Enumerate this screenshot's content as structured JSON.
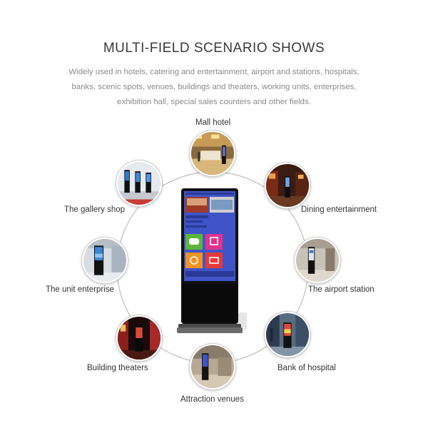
{
  "header": {
    "title": "MULTI-FIELD SCENARIO SHOWS",
    "description_lines": [
      "Widely used in hotels, catering and entertainment, airport and stations, hospitals,",
      "banks, scenic spots, venues, buildings and theaters, working units, enterprises,",
      "exhibition hall, special sales counters and other fields."
    ]
  },
  "scenarios": [
    {
      "label": "Mall hotel",
      "icon": "mall-hotel-photo"
    },
    {
      "label": "Dining entertainment",
      "icon": "dining-photo"
    },
    {
      "label": "The airport station",
      "icon": "airport-photo"
    },
    {
      "label": "Bank of hospital",
      "icon": "bank-hospital-photo"
    },
    {
      "label": "Attraction venues",
      "icon": "attraction-photo"
    },
    {
      "label": "Building theaters",
      "icon": "theater-photo"
    },
    {
      "label": "The unit enterprise",
      "icon": "enterprise-photo"
    },
    {
      "label": "The gallery shop",
      "icon": "gallery-photo"
    }
  ],
  "colors": {
    "ring": "#bdbdbd",
    "kiosk_frame": "#111111",
    "screen_bg": "#3f54c8",
    "tile_green": "#5db53b",
    "tile_pink": "#e0338d",
    "tile_orange": "#f29323",
    "tile_red": "#e53a3a"
  }
}
